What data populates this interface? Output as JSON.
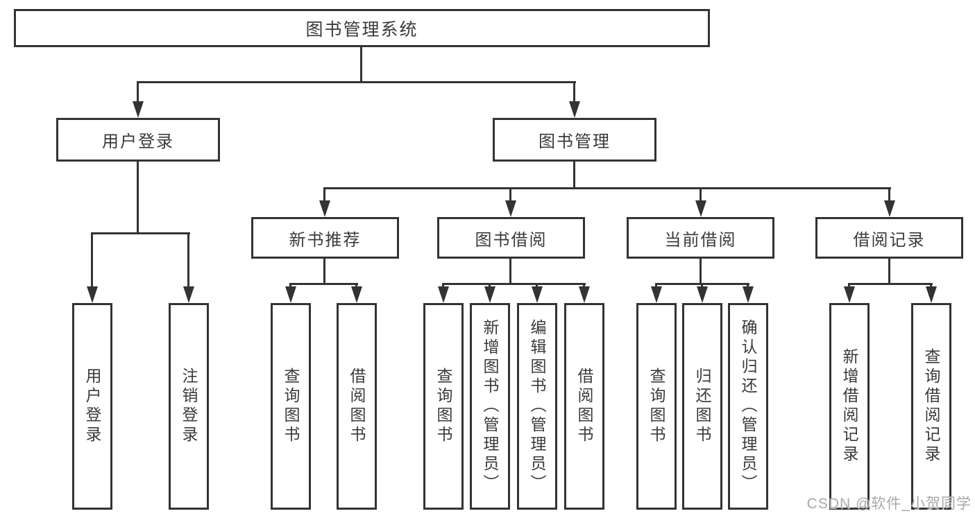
{
  "diagram": {
    "root": {
      "label": "图书管理系统"
    },
    "branches": [
      {
        "label": "用户登录",
        "children": [
          {
            "label": "用户登录"
          },
          {
            "label": "注销登录"
          }
        ]
      },
      {
        "label": "图书管理",
        "children": [
          {
            "label": "新书推荐",
            "children": [
              {
                "label": "查询图书"
              },
              {
                "label": "借阅图书"
              }
            ]
          },
          {
            "label": "图书借阅",
            "children": [
              {
                "label": "查询图书"
              },
              {
                "label": "新增图书（管理员）"
              },
              {
                "label": "编辑图书（管理员）"
              },
              {
                "label": "借阅图书"
              }
            ]
          },
          {
            "label": "当前借阅",
            "children": [
              {
                "label": "查询图书"
              },
              {
                "label": "归还图书"
              },
              {
                "label": "确认归还（管理员）"
              }
            ]
          },
          {
            "label": "借阅记录",
            "children": [
              {
                "label": "新增借阅记录"
              },
              {
                "label": "查询借阅记录"
              }
            ]
          }
        ]
      }
    ]
  },
  "watermark": {
    "text": "CSDN @软件_小贺同学"
  },
  "colors": {
    "line": "#333333",
    "text": "#3a3a3a",
    "background": "#ffffff",
    "watermark": "#a8a8a8"
  }
}
